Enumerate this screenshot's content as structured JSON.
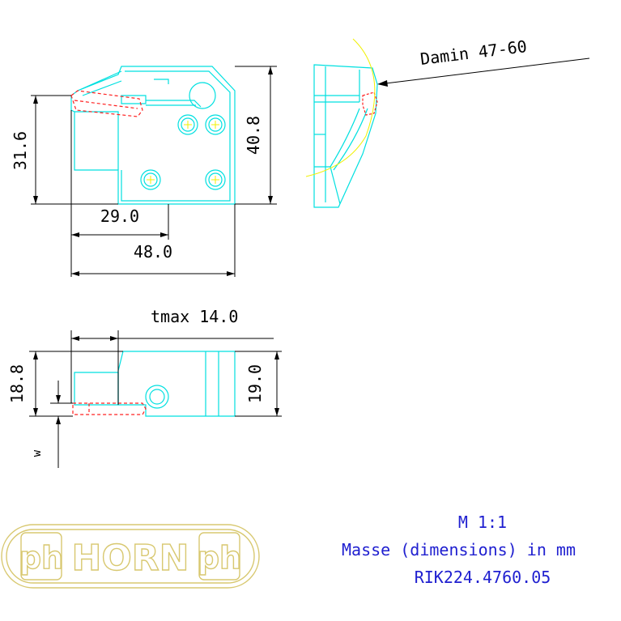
{
  "drawing": {
    "callout": "Damin 47-60",
    "dims": {
      "height_left": "31.6",
      "height_right": "40.8",
      "width_inner": "29.0",
      "width_outer": "48.0",
      "tmax": "tmax 14.0",
      "height_side_left": "18.8",
      "height_side_right": "19.0",
      "w_label": "w"
    }
  },
  "title_block": {
    "scale": "M 1:1",
    "units": "Masse (dimensions) in mm",
    "part_number": "RIK224.4760.05"
  },
  "logo": {
    "left_mark": "ph",
    "brand": "HORN",
    "right_mark": "ph"
  },
  "colors": {
    "part_outline": "#00e0e0",
    "dimension": "#000000",
    "hidden_red": "#ff2020",
    "center_yellow": "#f0f000",
    "title_blue": "#2020d0",
    "logo_gold": "#d8c870"
  }
}
